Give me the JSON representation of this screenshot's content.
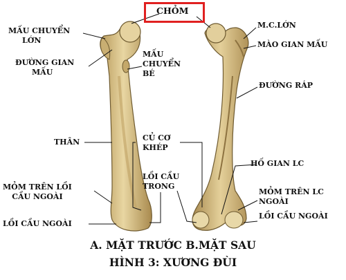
{
  "title_box": "CHỎM",
  "highlight_color": "#e02020",
  "bone_color": "#d9c38a",
  "front_labels": {
    "greater_trochanter": [
      "MẤU CHUYỂN",
      "LỚN"
    ],
    "intertrochanteric_line": [
      "ĐƯỜNG GIAN",
      "MẤU"
    ],
    "lesser_trochanter": [
      "MẤU",
      "CHUYỂN",
      "BÉ"
    ],
    "shaft": "THÂN",
    "lateral_epicondyle": [
      "MỎM TRÊN  LỒI",
      "CẦU NGOÀI"
    ],
    "lateral_condyle": "LỒI CẦU NGOÀI"
  },
  "back_labels": {
    "greater_trochanter": "M.C.LỚN",
    "intertrochanteric_crest": "MÀO GIAN MẤU",
    "linea_aspera": "ĐƯỜNG RÁP",
    "adductor_tubercle": [
      "CỦ CƠ",
      "KHÉP"
    ],
    "medial_condyle": [
      "LỒI CẦU",
      "TRONG"
    ],
    "intercondylar_fossa": "HỐ GIAN LC",
    "lateral_epicondyle": [
      "MỎM TRÊN LC",
      "NGOÀI"
    ],
    "lateral_condyle": "LỒI CẦU NGOÀI"
  },
  "caption": {
    "views": "A. MẶT TRƯỚC      B.MẶT SAU",
    "title": "HÌNH 3: XƯƠNG ĐÙI"
  }
}
